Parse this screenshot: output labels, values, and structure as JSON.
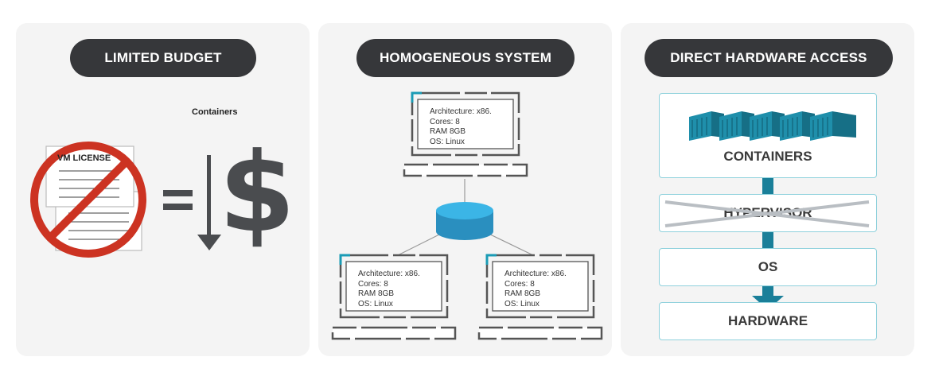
{
  "panels": [
    {
      "title": "LIMITED BUDGET",
      "containers_label": "Containers",
      "license_label": "VM LICENSE",
      "equals_symbol": "=",
      "currency_symbol": "$"
    },
    {
      "title": "HOMOGENEOUS SYSTEM",
      "machines": [
        {
          "lines": [
            "Architecture: x86.",
            "Cores: 8",
            "RAM 8GB",
            "OS: Linux"
          ]
        },
        {
          "lines": [
            "Architecture: x86.",
            "Cores: 8",
            "RAM 8GB",
            "OS: Linux"
          ]
        },
        {
          "lines": [
            "Architecture: x86.",
            "Cores: 8",
            "RAM 8GB",
            "OS: Linux"
          ]
        }
      ]
    },
    {
      "title": "DIRECT HARDWARE ACCESS",
      "layers": [
        "CONTAINERS",
        "HYPERVISOR",
        "OS",
        "HARDWARE"
      ]
    }
  ],
  "colors": {
    "pill": "#36373a",
    "panel_bg": "#f4f4f4",
    "prohibition_red": "#cc3322",
    "dark_gray": "#4a4c4f",
    "teal": "#1a7f99",
    "light_teal_border": "#8fd1dc",
    "db_blue": "#3bb5e6",
    "db_dark": "#2a8fbf"
  }
}
